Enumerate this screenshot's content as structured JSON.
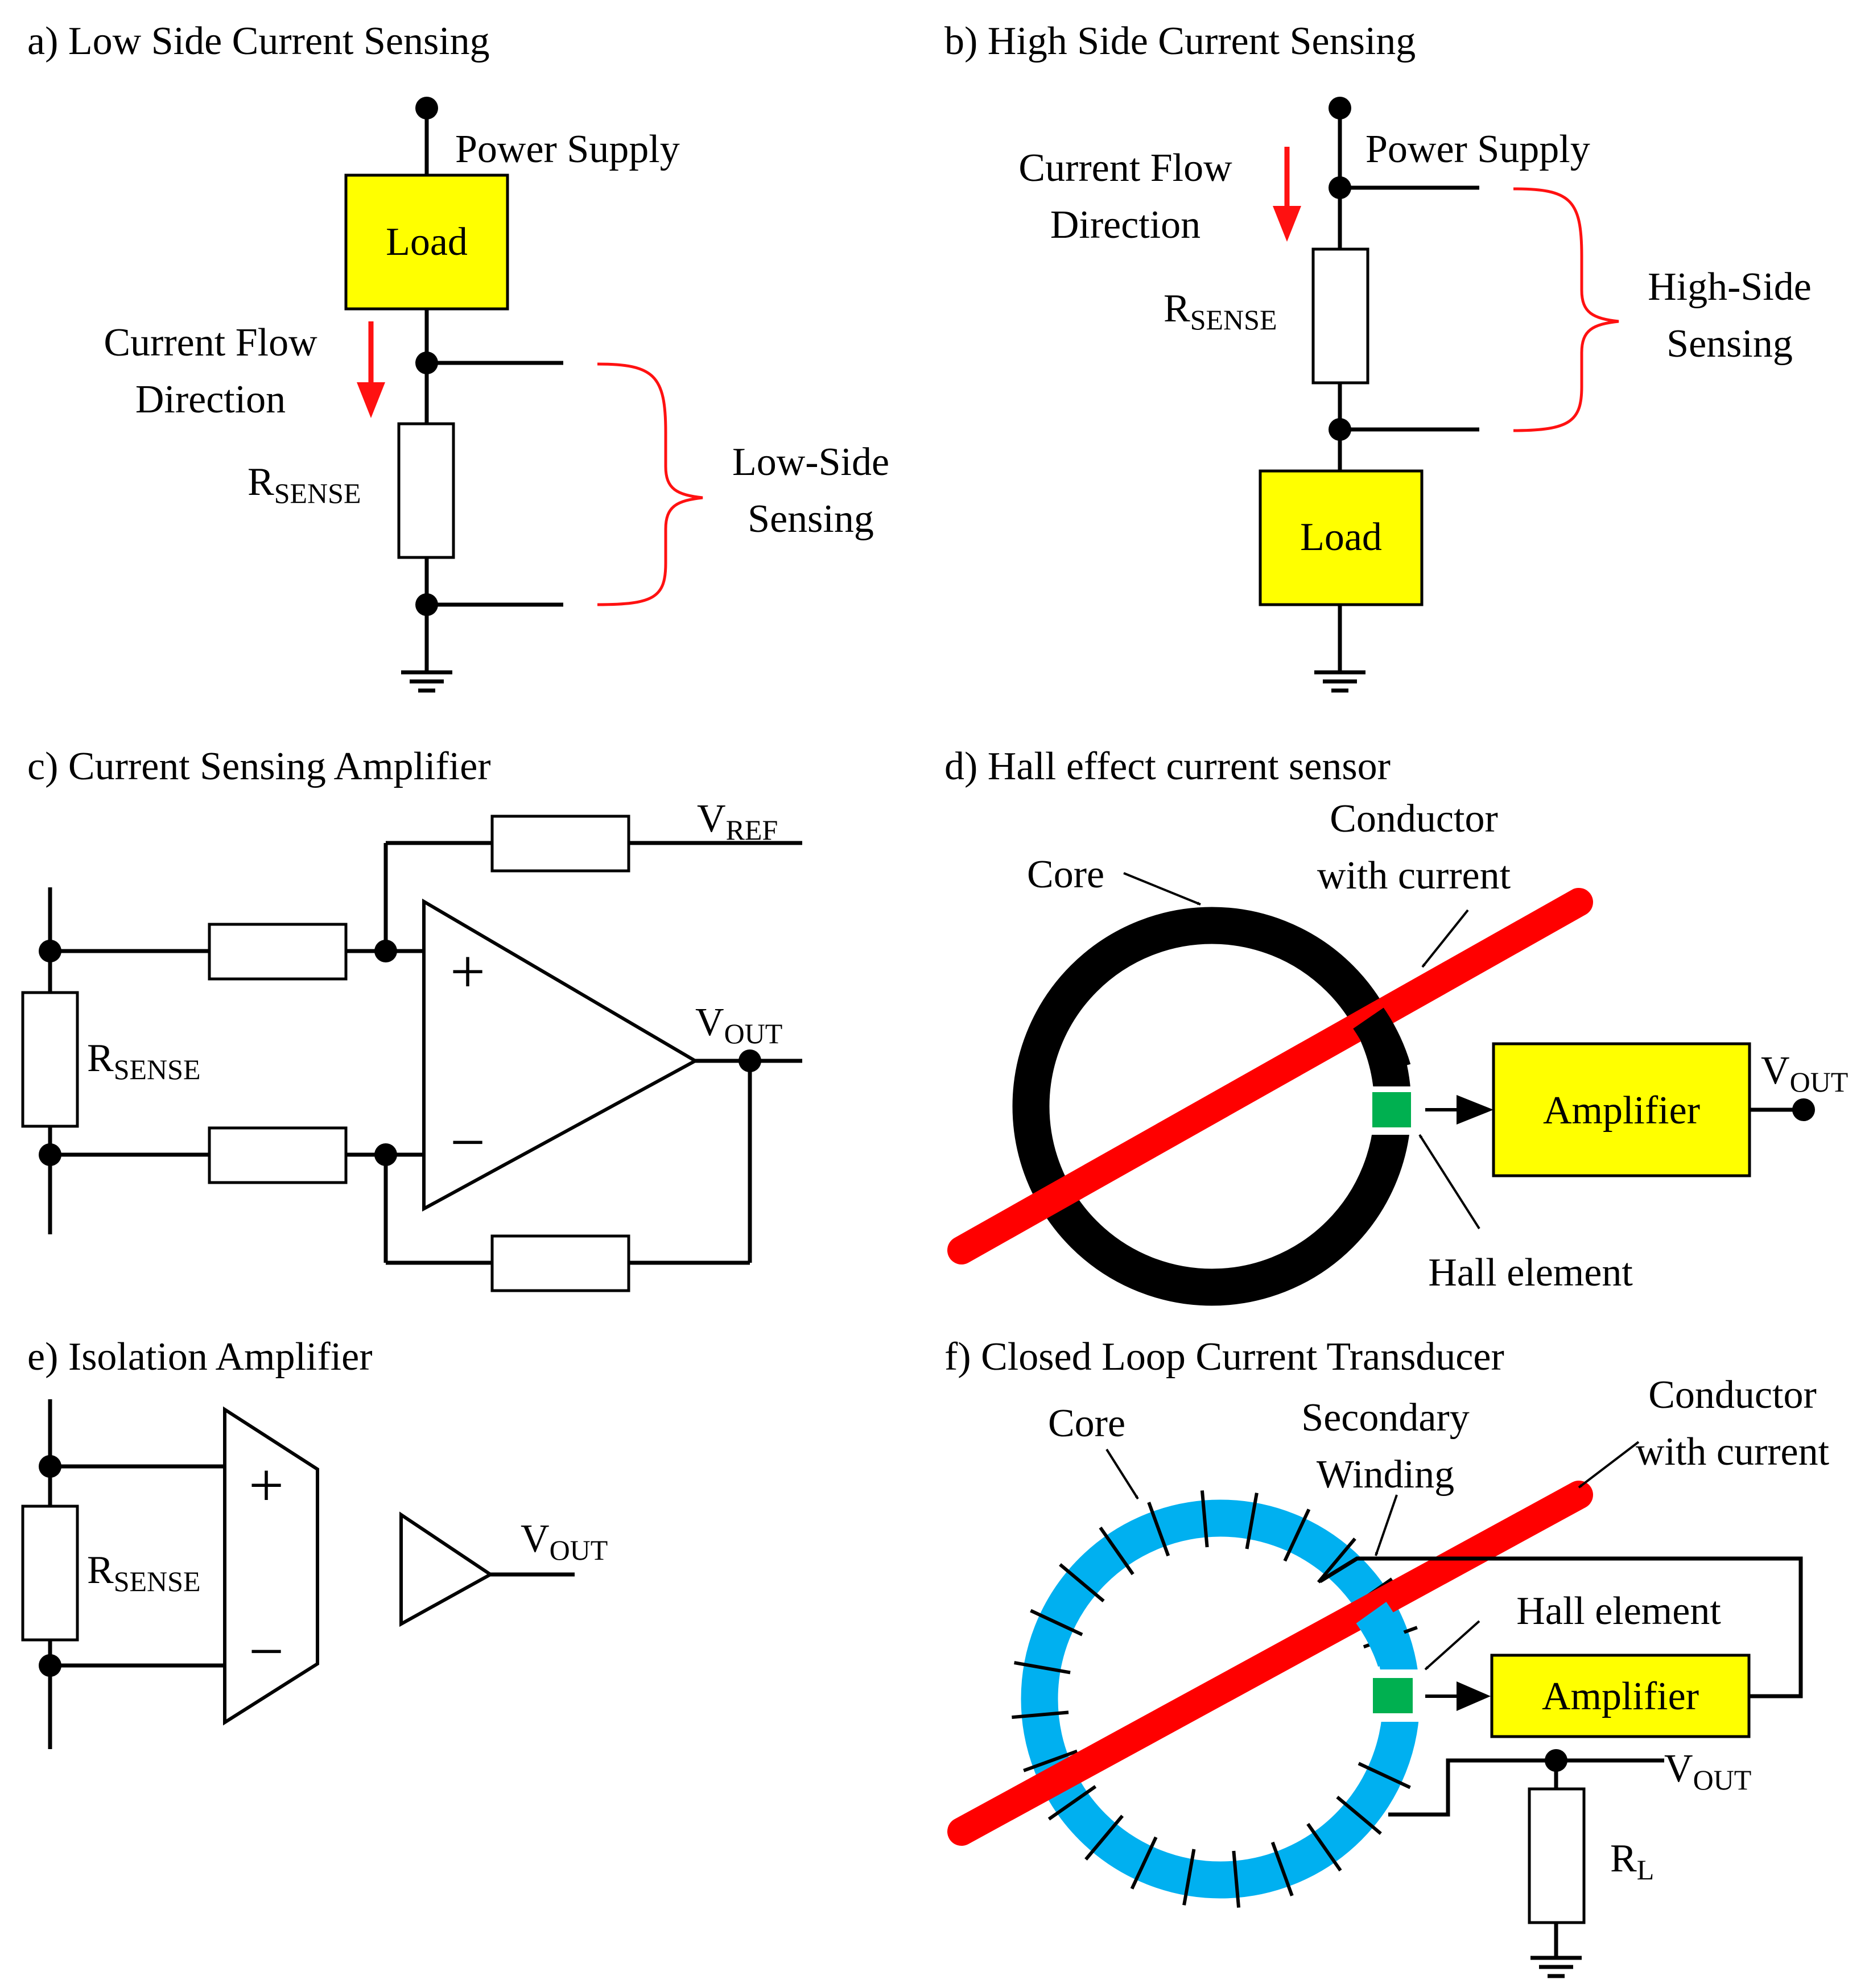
{
  "panel_a": {
    "title": "a) Low Side Current Sensing",
    "power_supply": "Power Supply",
    "load": "Load",
    "current_flow_1": "Current Flow",
    "current_flow_2": "Direction",
    "r_main": "R",
    "r_sub": "SENSE",
    "sensing_1": "Low-Side",
    "sensing_2": "Sensing"
  },
  "panel_b": {
    "title": "b) High Side Current Sensing",
    "power_supply": "Power Supply",
    "load": "Load",
    "current_flow_1": "Current Flow",
    "current_flow_2": "Direction",
    "r_main": "R",
    "r_sub": "SENSE",
    "sensing_1": "High-Side",
    "sensing_2": "Sensing"
  },
  "panel_c": {
    "title": "c) Current Sensing Amplifier",
    "vref_main": "V",
    "vref_sub": "REF",
    "vout_main": "V",
    "vout_sub": "OUT",
    "r_main": "R",
    "r_sub": "SENSE",
    "plus": "+",
    "minus": "−"
  },
  "panel_d": {
    "title": "d) Hall effect current sensor",
    "core": "Core",
    "conductor_1": "Conductor",
    "conductor_2": "with current",
    "amplifier": "Amplifier",
    "vout_main": "V",
    "vout_sub": "OUT",
    "hall": "Hall element"
  },
  "panel_e": {
    "title": "e) Isolation Amplifier",
    "r_main": "R",
    "r_sub": "SENSE",
    "plus": "+",
    "minus": "−",
    "vout_main": "V",
    "vout_sub": "OUT"
  },
  "panel_f": {
    "title": "f) Closed Loop Current Transducer",
    "core": "Core",
    "secondary_1": "Secondary",
    "secondary_2": "Winding",
    "conductor_1": "Conductor",
    "conductor_2": "with current",
    "hall": "Hall element",
    "amplifier": "Amplifier",
    "vout_main": "V",
    "vout_sub": "OUT",
    "rl_main": "R",
    "rl_sub": "L"
  },
  "colors": {
    "load_fill": "#ffff00",
    "arrow_red": "#ff1111",
    "hall_green": "#00b050",
    "core_blue": "#00b0f0",
    "conductor_red": "#ff0000",
    "core_black": "#000000"
  }
}
